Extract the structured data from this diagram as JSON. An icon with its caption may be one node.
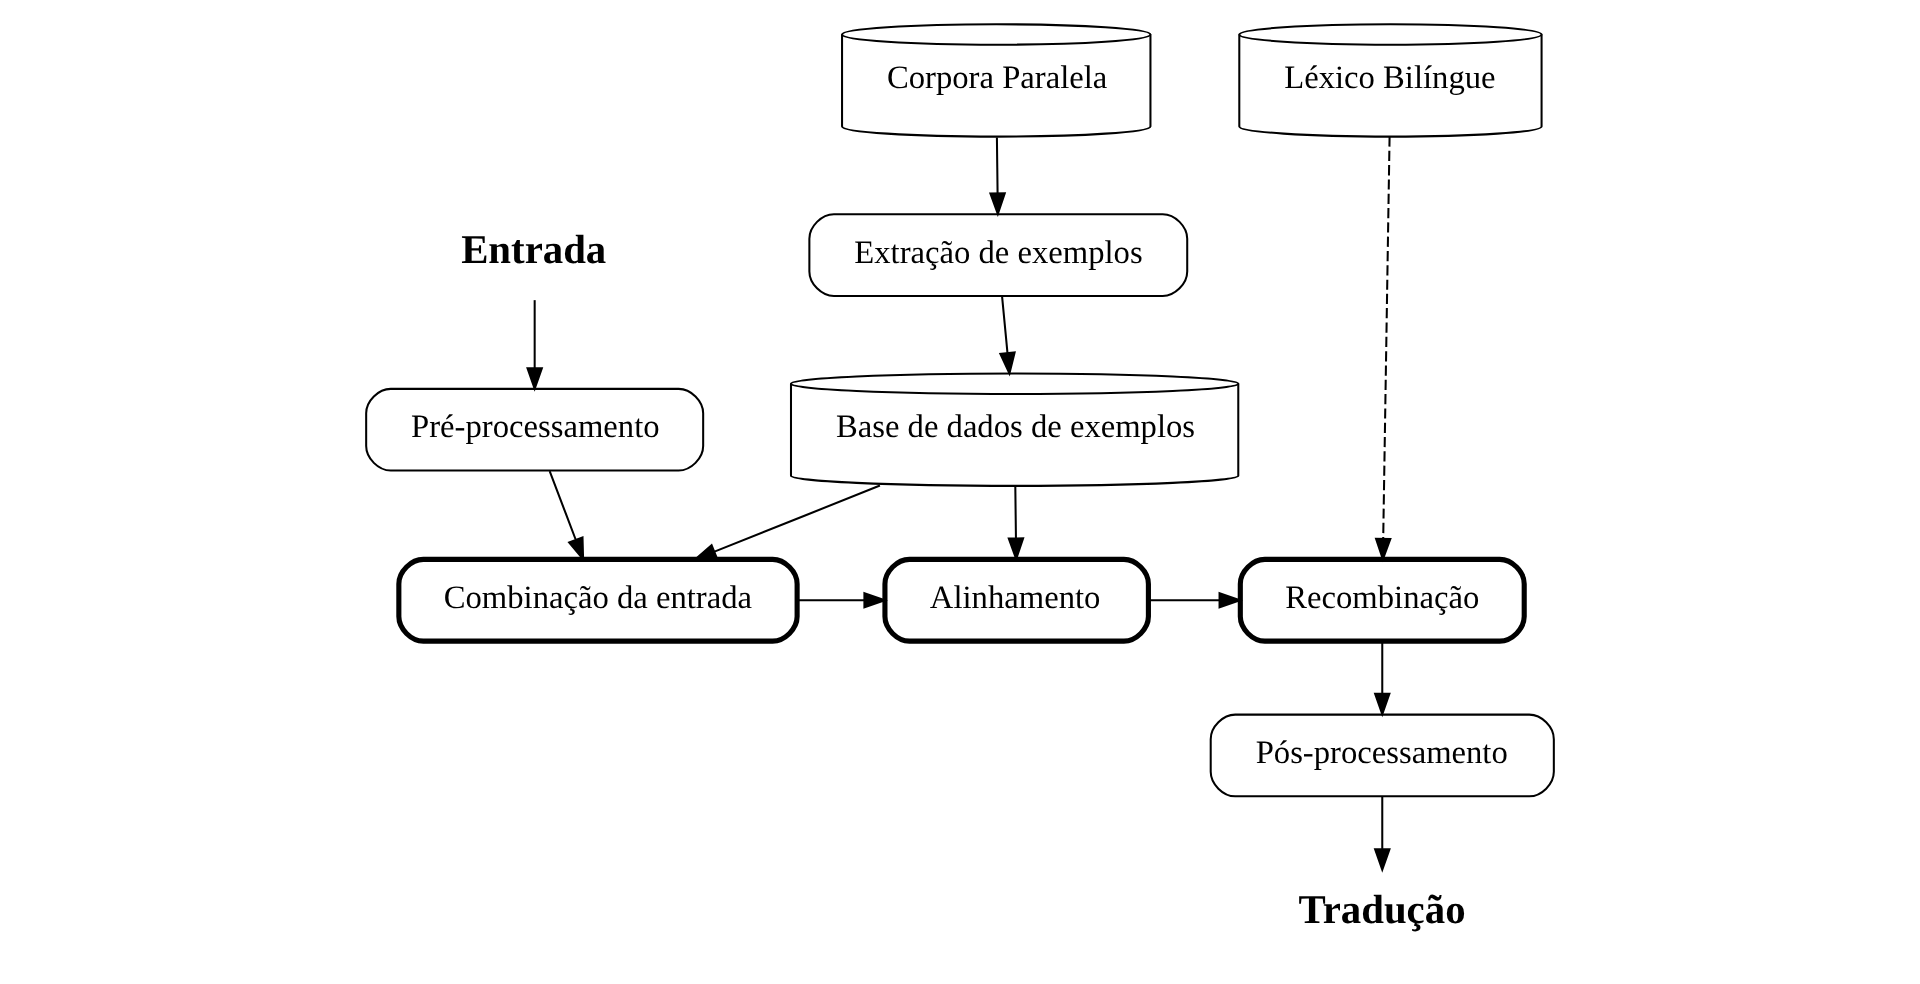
{
  "diagram": {
    "nodes": [
      {
        "text": [
          "Corpora Paralela"
        ]
      },
      {
        "text": [
          "Léxico Bilíngue"
        ]
      },
      {
        "text": [
          "Entrada"
        ]
      },
      {
        "text": [
          "Extração de exemplos"
        ]
      },
      {
        "text": [
          "Tradução"
        ]
      },
      {
        "text": [
          "Pré-processamento"
        ]
      },
      {
        "text": [
          "Pós-processamento"
        ]
      },
      {
        "text": [
          "Base de dados de exemplos"
        ]
      },
      {
        "text": [
          "Combinação da entrada"
        ]
      },
      {
        "text": [
          "Alinhamento"
        ]
      },
      {
        "text": [
          "Recombinação"
        ]
      }
    ],
    "edges": [
      {
        "from": 0,
        "to": 3,
        "arrow": "to"
      },
      {
        "from": 3,
        "to": 7,
        "arrow": "to"
      },
      {
        "from": 2,
        "to": 5,
        "arrow": "to"
      },
      {
        "from": 5,
        "to": 8,
        "arrow": "to"
      },
      {
        "from": 7,
        "to": 8,
        "arrow": "to"
      },
      {
        "from": 7,
        "to": 9,
        "arrow": "to"
      },
      {
        "from": 1,
        "to": 10,
        "arrow": "to",
        "style": "dashed"
      },
      {
        "from": 8,
        "to": 9,
        "arrow": "to"
      },
      {
        "from": 9,
        "to": 10,
        "arrow": "to"
      },
      {
        "from": 10,
        "to": 6,
        "arrow": "to"
      },
      {
        "from": 6,
        "to": 4,
        "arrow": "to"
      }
    ]
  }
}
